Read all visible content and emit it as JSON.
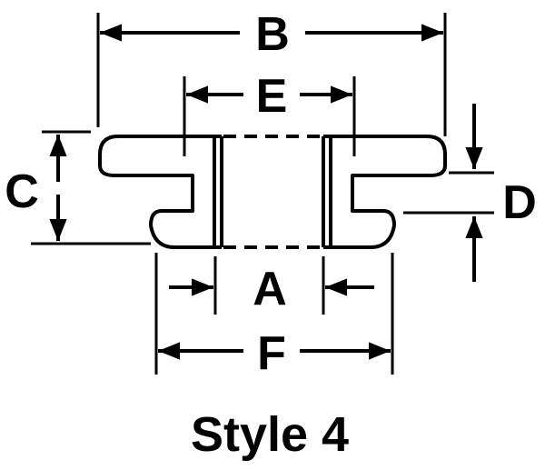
{
  "diagram": {
    "labels": {
      "A": "A",
      "B": "B",
      "C": "C",
      "D": "D",
      "E": "E",
      "F": "F"
    },
    "caption": "Style 4",
    "stroke_color": "#000000",
    "background_color": "#ffffff"
  }
}
